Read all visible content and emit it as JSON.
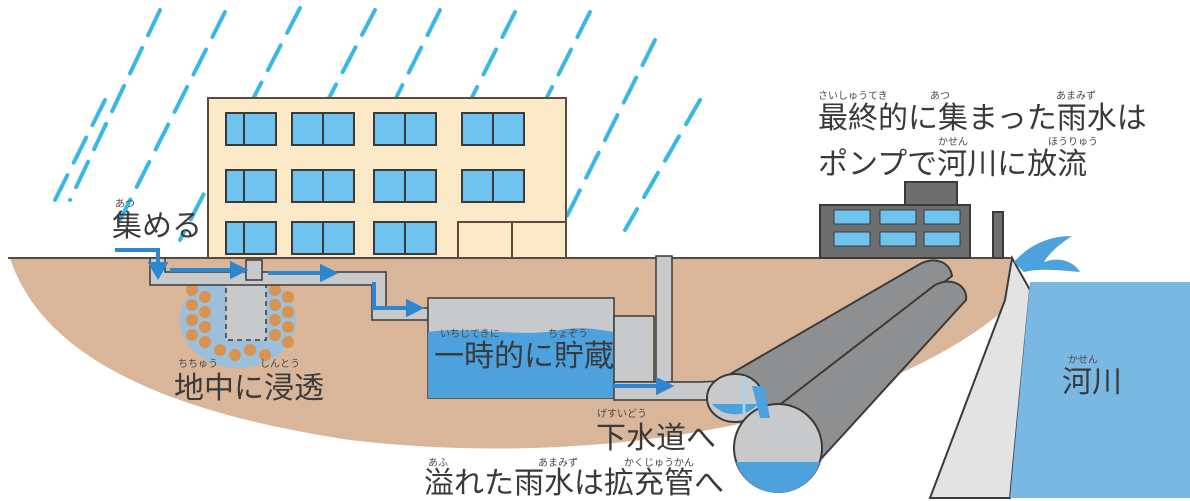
{
  "labels": {
    "collect": "集める",
    "infiltrate": "地中に浸透",
    "storage": "一時的に貯蔵",
    "sewer": "下水道へ",
    "overflow": "溢れた雨水は拡充管へ",
    "final_line1": "最終的に集まった雨水は",
    "final_line2": "ポンプで河川に放流",
    "river": "河川"
  },
  "ruby": {
    "atsu": "あつ",
    "chichuu": "ちちゅう",
    "shintou": "しんとう",
    "ichijiteki": "いちじてきに",
    "chozou": "ちょぞう",
    "gesuidou": "げすいどう",
    "afu": "あふ",
    "amamizu": "あまみず",
    "kakujuukan": "かくじゅうかん",
    "saishuuteki": "さいしゅうてき",
    "kasen": "かせん",
    "houryuu": "ほうりゅう"
  },
  "colors": {
    "rain": "#39b8e6",
    "soil": "#d9b59a",
    "building": "#fbe9c8",
    "window": "#6ec4ee",
    "pipe": "#c8c9ca",
    "water": "#4da1dc",
    "river": "#7ab8e4",
    "arrow": "#2f86d0",
    "pump_station": "#6d6e70",
    "text": "#3a3a3a"
  },
  "icons": {
    "rain": "rain-streaks",
    "building": "apartment-building",
    "pump_station": "pump-station",
    "flow_arrow": "flow-arrow"
  }
}
